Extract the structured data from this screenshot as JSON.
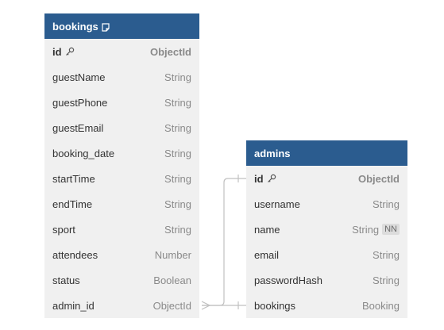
{
  "tables": {
    "bookings": {
      "name": "bookings",
      "fields": [
        {
          "name": "id",
          "type": "ObjectId",
          "pk": true
        },
        {
          "name": "guestName",
          "type": "String"
        },
        {
          "name": "guestPhone",
          "type": "String"
        },
        {
          "name": "guestEmail",
          "type": "String"
        },
        {
          "name": "booking_date",
          "type": "String"
        },
        {
          "name": "startTime",
          "type": "String"
        },
        {
          "name": "endTime",
          "type": "String"
        },
        {
          "name": "sport",
          "type": "String"
        },
        {
          "name": "attendees",
          "type": "Number"
        },
        {
          "name": "status",
          "type": "Boolean"
        },
        {
          "name": "admin_id",
          "type": "ObjectId"
        }
      ]
    },
    "admins": {
      "name": "admins",
      "fields": [
        {
          "name": "id",
          "type": "ObjectId",
          "pk": true
        },
        {
          "name": "username",
          "type": "String"
        },
        {
          "name": "name",
          "type": "String",
          "badge": "NN"
        },
        {
          "name": "email",
          "type": "String"
        },
        {
          "name": "passwordHash",
          "type": "String"
        },
        {
          "name": "bookings",
          "type": "Booking"
        }
      ]
    }
  },
  "colors": {
    "header": "#2b5c8f",
    "row_bg": "#f0f0f0",
    "connector": "#c0c0c0"
  }
}
